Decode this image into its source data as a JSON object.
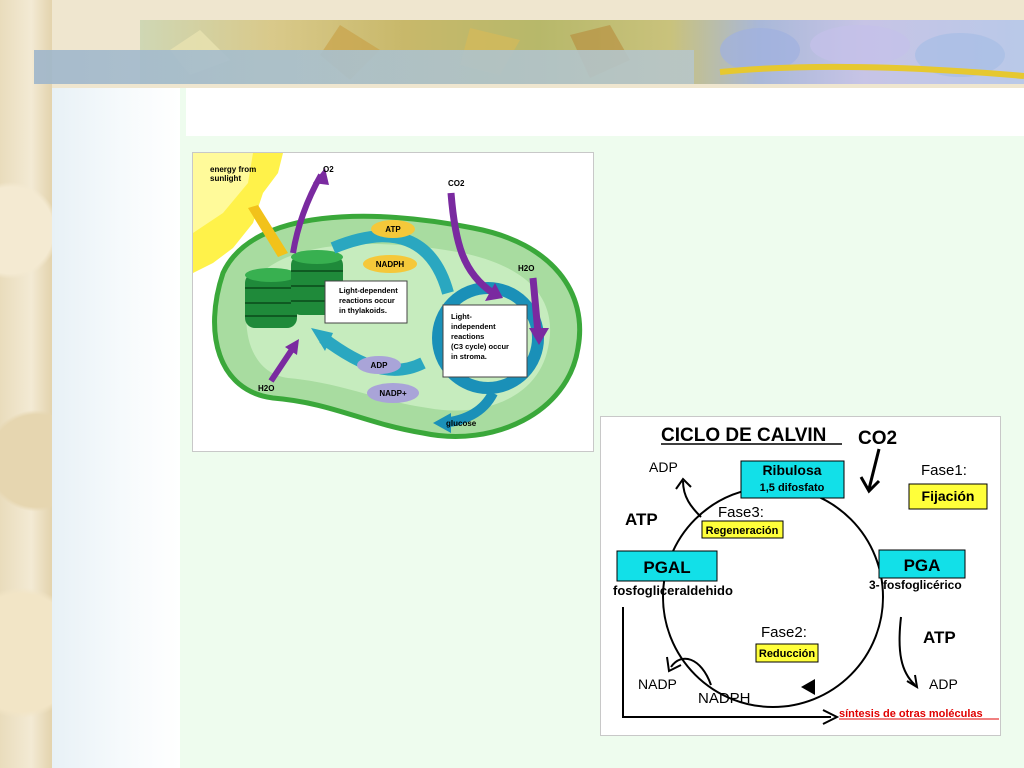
{
  "photosynthesis": {
    "energy_line1": "energy from",
    "energy_line2": "sunlight",
    "o2": "O2",
    "co2": "CO2",
    "h2o_top": "H2O",
    "h2o_bottom": "H2O",
    "atp": "ATP",
    "nadph": "NADPH",
    "adp": "ADP",
    "nadp_plus": "NADP+",
    "light_dep": [
      "Light-dependent",
      "reactions occur",
      "in thylakoids."
    ],
    "light_indep": [
      "Light-",
      "independent",
      "reactions",
      "(C3 cycle) occur",
      "in stroma."
    ],
    "glucose": "glucose"
  },
  "calvin": {
    "title": "CICLO DE CALVIN",
    "co2": "CO2",
    "adp_top": "ADP",
    "atp_left": "ATP",
    "ribulosa": "Ribulosa",
    "ribulosa_sub": "1,5 difosfato",
    "fase1": "Fase1:",
    "fijacion": "Fijación",
    "fase3": "Fase3:",
    "regeneracion": "Regeneración",
    "pgal": "PGAL",
    "pgal_sub": "fosfogliceraldehido",
    "pga": "PGA",
    "pga_sub": "3- fosfoglicérico",
    "fase2": "Fase2:",
    "reduccion": "Reducción",
    "atp_right": "ATP",
    "adp_right": "ADP",
    "nadp": "NADP",
    "nadph": "NADPH",
    "sintesis": "síntesis de otras moléculas"
  }
}
